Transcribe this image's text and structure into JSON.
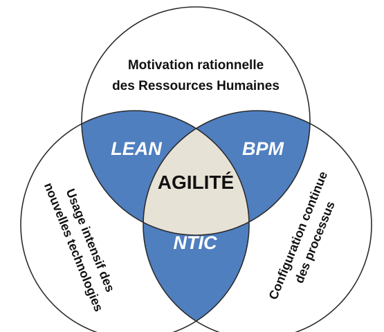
{
  "diagram": {
    "sets": {
      "top": {
        "label_line1": "Motivation rationnelle",
        "label_line2": "des Ressources Humaines"
      },
      "left": {
        "label_line1": "Usage intensif des",
        "label_line2": "nouvelles technologies"
      },
      "right": {
        "label_line1": "Configuration continue",
        "label_line2": "des processus"
      }
    },
    "intersections": {
      "top_left": "LEAN",
      "top_right": "BPM",
      "left_right": "NTIC",
      "center": "AGILITÉ"
    }
  },
  "colors": {
    "pairwise_fill": "#4f7fbf",
    "center_fill": "#e7e2d6",
    "outline": "#2b2b2b",
    "background": "#ffffff"
  }
}
